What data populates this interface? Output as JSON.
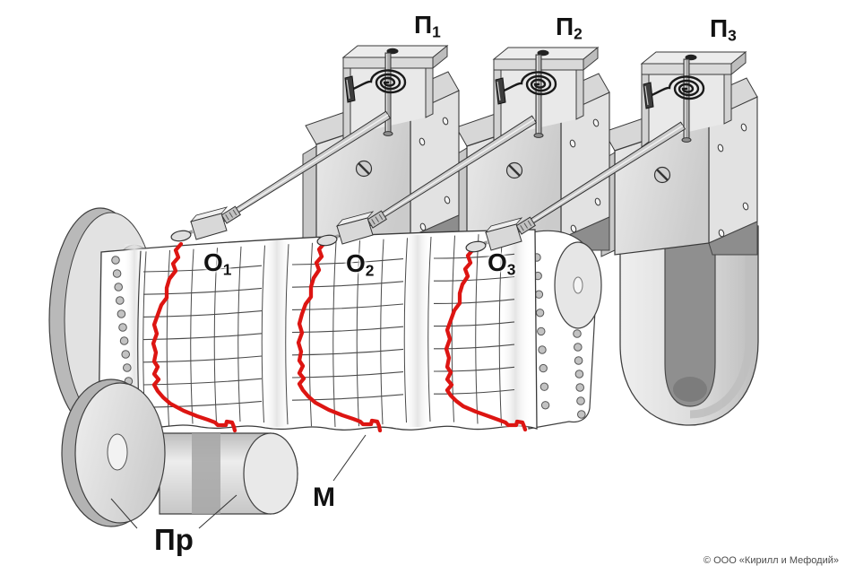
{
  "labels": {
    "pen1": {
      "main": "П",
      "sub": "1"
    },
    "pen2": {
      "main": "П",
      "sub": "2"
    },
    "pen3": {
      "main": "П",
      "sub": "3"
    },
    "rec1": {
      "main": "О",
      "sub": "1"
    },
    "rec2": {
      "main": "О",
      "sub": "2"
    },
    "rec3": {
      "main": "О",
      "sub": "3"
    },
    "tape": "М",
    "rollers": "Пр"
  },
  "copyright": "© ООО «Кирилл и Мефодий»",
  "colors": {
    "trace": "#dd1512",
    "outline": "#3a3a3a",
    "grid": "#4a4a4a",
    "paper": "#ffffff",
    "metal_light": "#e8e8e8",
    "metal_mid": "#d2d2d2",
    "metal_dark": "#8d8d8d",
    "hole_fill": "#c2c2c2"
  },
  "traces": [
    {
      "name": "trace-1",
      "points": [
        [
          202,
          272
        ],
        [
          196,
          279
        ],
        [
          199,
          287
        ],
        [
          193,
          294
        ],
        [
          196,
          302
        ],
        [
          189,
          311
        ],
        [
          186,
          321
        ],
        [
          186,
          332
        ],
        [
          180,
          340
        ],
        [
          176,
          351
        ],
        [
          172,
          362
        ],
        [
          175,
          372
        ],
        [
          171,
          383
        ],
        [
          174,
          393
        ],
        [
          172,
          403
        ],
        [
          176,
          409
        ],
        [
          172,
          417
        ],
        [
          177,
          423
        ],
        [
          172,
          429
        ],
        [
          176,
          436
        ],
        [
          182,
          443
        ],
        [
          190,
          450
        ],
        [
          205,
          458
        ],
        [
          220,
          464
        ],
        [
          232,
          468
        ],
        [
          240,
          471
        ],
        [
          243,
          474
        ],
        [
          252,
          474
        ],
        [
          253,
          470
        ],
        [
          259,
          471
        ],
        [
          261,
          476
        ],
        [
          262,
          480
        ]
      ]
    },
    {
      "name": "trace-2",
      "points": [
        [
          362,
          271
        ],
        [
          356,
          278
        ],
        [
          359,
          286
        ],
        [
          353,
          293
        ],
        [
          356,
          301
        ],
        [
          350,
          310
        ],
        [
          347,
          320
        ],
        [
          347,
          331
        ],
        [
          341,
          339
        ],
        [
          337,
          350
        ],
        [
          334,
          361
        ],
        [
          337,
          371
        ],
        [
          333,
          382
        ],
        [
          336,
          392
        ],
        [
          334,
          402
        ],
        [
          338,
          408
        ],
        [
          334,
          416
        ],
        [
          339,
          422
        ],
        [
          334,
          428
        ],
        [
          338,
          435
        ],
        [
          344,
          442
        ],
        [
          352,
          449
        ],
        [
          367,
          457
        ],
        [
          382,
          463
        ],
        [
          394,
          467
        ],
        [
          402,
          470
        ],
        [
          405,
          473
        ],
        [
          414,
          473
        ],
        [
          415,
          469
        ],
        [
          421,
          470
        ],
        [
          423,
          475
        ],
        [
          424,
          480
        ]
      ]
    },
    {
      "name": "trace-3",
      "points": [
        [
          528,
          278
        ],
        [
          522,
          285
        ],
        [
          525,
          293
        ],
        [
          519,
          300
        ],
        [
          522,
          308
        ],
        [
          516,
          317
        ],
        [
          513,
          327
        ],
        [
          513,
          338
        ],
        [
          507,
          346
        ],
        [
          503,
          357
        ],
        [
          499,
          368
        ],
        [
          502,
          378
        ],
        [
          498,
          389
        ],
        [
          501,
          399
        ],
        [
          499,
          409
        ],
        [
          503,
          415
        ],
        [
          499,
          423
        ],
        [
          504,
          429
        ],
        [
          499,
          435
        ],
        [
          503,
          441
        ],
        [
          509,
          447
        ],
        [
          517,
          453
        ],
        [
          531,
          459
        ],
        [
          545,
          464
        ],
        [
          556,
          468
        ],
        [
          564,
          471
        ],
        [
          567,
          474
        ],
        [
          576,
          474
        ],
        [
          577,
          470
        ],
        [
          583,
          471
        ],
        [
          585,
          476
        ],
        [
          586,
          479
        ]
      ]
    }
  ]
}
